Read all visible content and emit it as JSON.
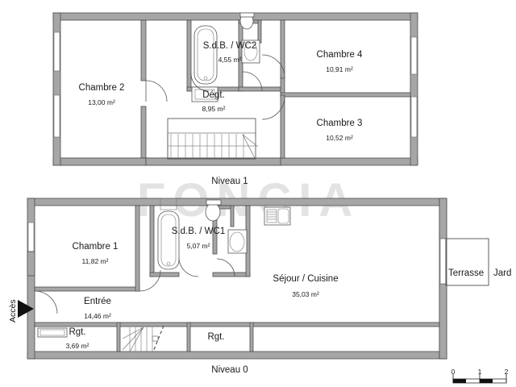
{
  "document": {
    "type": "floor-plan",
    "watermark": "FONCIA",
    "levels": [
      {
        "id": "niveau1",
        "label": "Niveau 1",
        "rooms": [
          {
            "name": "Chambre 2",
            "area": "13,00 m²"
          },
          {
            "name": "S.d.B. / WC2",
            "area": "4,55 m²"
          },
          {
            "name": "Chambre 4",
            "area": "10,91 m²"
          },
          {
            "name": "Dégt.",
            "area": "8,95 m²"
          },
          {
            "name": "Chambre 3",
            "area": "10,52 m²"
          }
        ]
      },
      {
        "id": "niveau0",
        "label": "Niveau 0",
        "rooms": [
          {
            "name": "Chambre 1",
            "area": "11,82 m²"
          },
          {
            "name": "S.d.B. / WC1",
            "area": "5,07 m²"
          },
          {
            "name": "Séjour / Cuisine",
            "area": "35,03 m²"
          },
          {
            "name": "Entrée",
            "area": "14,46 m²"
          },
          {
            "name": "Rgt.",
            "area": "3,69 m²"
          },
          {
            "name": "Rgt.",
            "area": ""
          }
        ],
        "exterior": [
          {
            "name": "Terrasse"
          },
          {
            "name": "Jard"
          }
        ],
        "access_label": "Accès"
      }
    ],
    "scale": {
      "ticks": [
        "0",
        "1",
        "2"
      ]
    }
  }
}
